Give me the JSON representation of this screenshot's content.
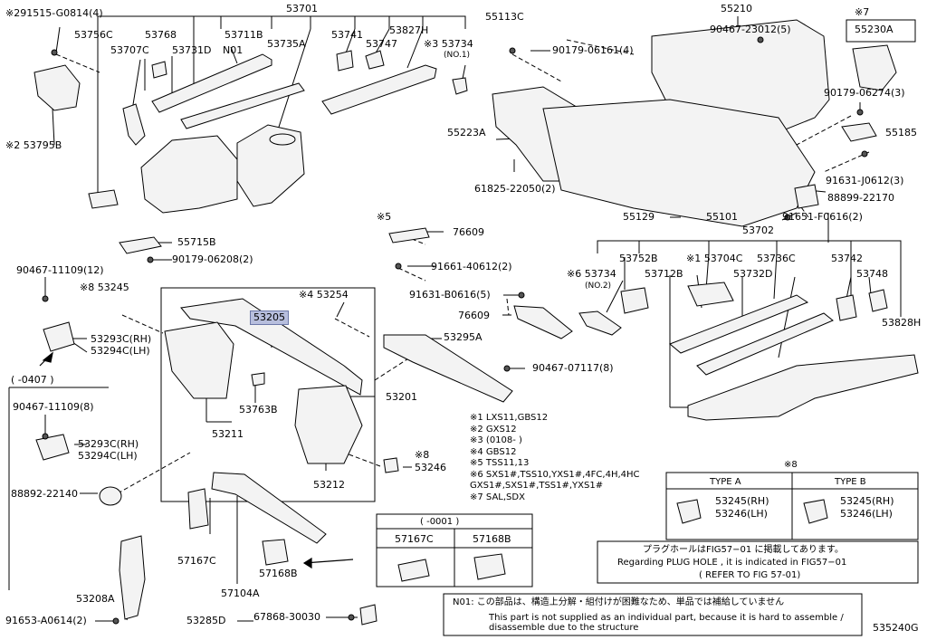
{
  "labels": {
    "p291515": "※291515-G0814(4)",
    "p53701": "53701",
    "p53756C": "53756C",
    "p53768": "53768",
    "p53707C": "53707C",
    "p53731D": "53731D",
    "p53711B": "53711B",
    "pN01": "N01",
    "p53735A": "53735A",
    "p53741": "53741",
    "p53827H": "53827H",
    "p53747": "53747",
    "p53734a": "※3 53734",
    "pNO1": "(NO.1)",
    "p53795B": "※2 53795B",
    "p55113C": "55113C",
    "p90179_06161": "90179-06161(4)",
    "p55210": "55210",
    "p90467_23012": "90467-23012(5)",
    "pstar7": "※7",
    "p55230A": "55230A",
    "p90179_06274": "90179-06274(3)",
    "p55185": "55185",
    "p55223A": "55223A",
    "p61825": "61825-22050(2)",
    "p91631_J0612": "91631-J0612(3)",
    "p88899": "88899-22170",
    "p55129": "55129",
    "p55101": "55101",
    "p91651": "91651-F0616(2)",
    "p53702": "53702",
    "pstar5": "※5",
    "p76609a": "76609",
    "p91661": "91661-40612(2)",
    "p55715B": "55715B",
    "p90179_06208": "90179-06208(2)",
    "p90467_11109a": "90467-11109(12)",
    "p53245": "※8 53245",
    "p53254": "※4 53254",
    "p91631_B0616": "91631-B0616(5)",
    "p76609b": "76609",
    "p53205": "53205",
    "p53293CRH": "53293C(RH)",
    "p53294CLH": "53294C(LH)",
    "p0407": "(       -0407 )",
    "p90467_11109b": "90467-11109(8)",
    "p53293CRH2": "53293C(RH)",
    "p53294CLH2": "53294C(LH)",
    "p53295A": "53295A",
    "p90467_07117": "90467-07117(8)",
    "p53763B": "53763B",
    "p53211": "53211",
    "p53201": "53201",
    "p53246": "53246",
    "pstar8b": "※8",
    "p53212": "53212",
    "p88892": "88892-22140",
    "p53752B": "53752B",
    "p53704C": "※1 53704C",
    "p53736C": "53736C",
    "p53742": "53742",
    "p53748": "53748",
    "p53734b": "※6 53734",
    "pNO2": "(NO.2)",
    "p53712B": "53712B",
    "p53732D": "53732D",
    "p53828H": "53828H",
    "p57167C": "57167C",
    "p57104A": "57104A",
    "p53208A": "53208A",
    "p57168B": "57168B",
    "p91653": "91653-A0614(2)",
    "p53285D": "53285D",
    "p67868": "67868-30030",
    "pcode": "535240G"
  },
  "notes": [
    "※1  LXS11,GBS12",
    "※2  GXS12",
    "※3  (0108-         )",
    "※4  GBS12",
    "※5  TSS11,13",
    "※6  SXS1#,TSS10,YXS1#,4FC,4H,4HC",
    "     GXS1#,SXS1#,TSS1#,YXS1#",
    "※7  SAL,SDX"
  ],
  "type_box": {
    "title": "※8",
    "col_a": "TYPE A",
    "col_b": "TYPE B",
    "a_rh": "53245(RH)",
    "a_lh": "53246(LH)",
    "b_rh": "53245(RH)",
    "b_lh": "53246(LH)"
  },
  "range_box": {
    "title": "(         -0001 )",
    "col_a": "57167C",
    "col_b": "57168B"
  },
  "plug_note": {
    "jp": "プラグホールはFIG57−01 に掲載してあります。",
    "en": "Regarding  PLUG HOLE , it is indicated in FIG57−01",
    "ref": "( REFER TO FIG 57-01)"
  },
  "n01_note": {
    "jp": "N01: この部品は、構造上分解・組付けが困難なため、単品では補給していません",
    "en1": "This part is not supplied as an individual part, because it is hard to assemble /",
    "en2": "disassemble due to the structure"
  }
}
